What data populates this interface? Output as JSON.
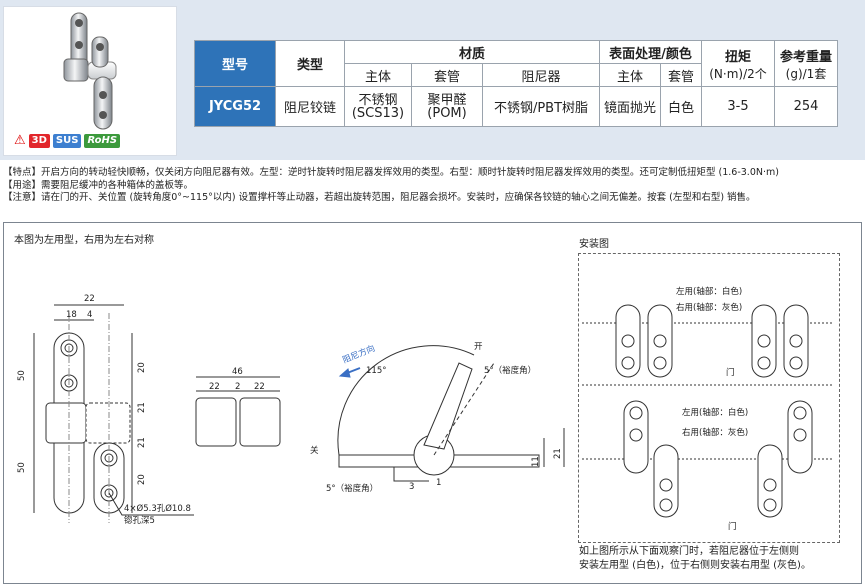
{
  "badges": {
    "b3d": "3D",
    "sus": "SUS",
    "rohs": "RoHS"
  },
  "table": {
    "h_model": "型号",
    "h_type": "类型",
    "h_material": "材质",
    "h_surface": "表面处理/颜色",
    "h_torque": "扭矩",
    "h_torque_unit": "(N·m)/2个",
    "h_weight": "参考重量",
    "h_weight_unit": "(g)/1套",
    "h_main": "主体",
    "h_sleeve": "套管",
    "h_damper": "阻尼器",
    "h_main2": "主体",
    "h_sleeve2": "套管",
    "r_model": "JYCG52",
    "r_type": "阻尼铰链",
    "r_main1": "不锈钢",
    "r_main2": "(SCS13)",
    "r_sleeve1": "聚甲醛",
    "r_sleeve2": "(POM)",
    "r_damper": "不锈钢/PBT树脂",
    "r_surface_main": "镜面抛光",
    "r_surface_sleeve": "白色",
    "r_torque": "3-5",
    "r_weight": "254"
  },
  "notes": {
    "feature": "【特点】开启方向的转动轻快顺畅，仅关闭方向阻尼器有效。左型：逆时针旋转时阻尼器发挥效用的类型。右型：顺时针旋转时阻尼器发挥效用的类型。还可定制低扭矩型 (1.6-3.0N·m)",
    "usage": "【用途】需要阻尼缓冲的各种箱体的盖板等。",
    "caution": "【注意】请在门的开、关位置 (旋转角度0°~115°以内) 设置撑杆等止动器，若超出旋转范围，阻尼器会损坏。安装时，应确保各铰链的轴心之间无偏差。按套 (左型和右型) 销售。"
  },
  "drawing": {
    "caption": "本图为左用型，右用为左右对称",
    "dim_22": "22",
    "dim_18": "18",
    "dim_4": "4",
    "dim_50a": "50",
    "dim_50b": "50",
    "dim_20a": "20",
    "dim_21a": "21",
    "dim_21b": "21",
    "dim_20b": "20",
    "hole_note": "4×Ø5.3孔Ø10.8",
    "hole_note2": "锪孔深5",
    "dim_46": "46",
    "dim_22l": "22",
    "dim_2": "2",
    "dim_22r": "22",
    "damper_dir": "阻尼方向",
    "open": "开",
    "close": "关",
    "angle_115": "115°",
    "angle_5a": "5°（裕度角）",
    "angle_5b": "5°（裕度角）",
    "dim_3": "3",
    "dim_1": "1",
    "dim_11": "11",
    "dim_21c": "21"
  },
  "install": {
    "title": "安装图",
    "left_label": "左用(轴部：白色)",
    "right_label": "右用(轴部：灰色)",
    "left_label2": "左用(轴部：白色)",
    "right_label2": "右用(轴部：灰色)",
    "door": "门",
    "door2": "门",
    "foot1": "如上图所示从下面观察门时，若阻尼器位于左侧则",
    "foot2": "安装左用型 (白色)，位于右侧则安装右用型 (灰色)。"
  }
}
